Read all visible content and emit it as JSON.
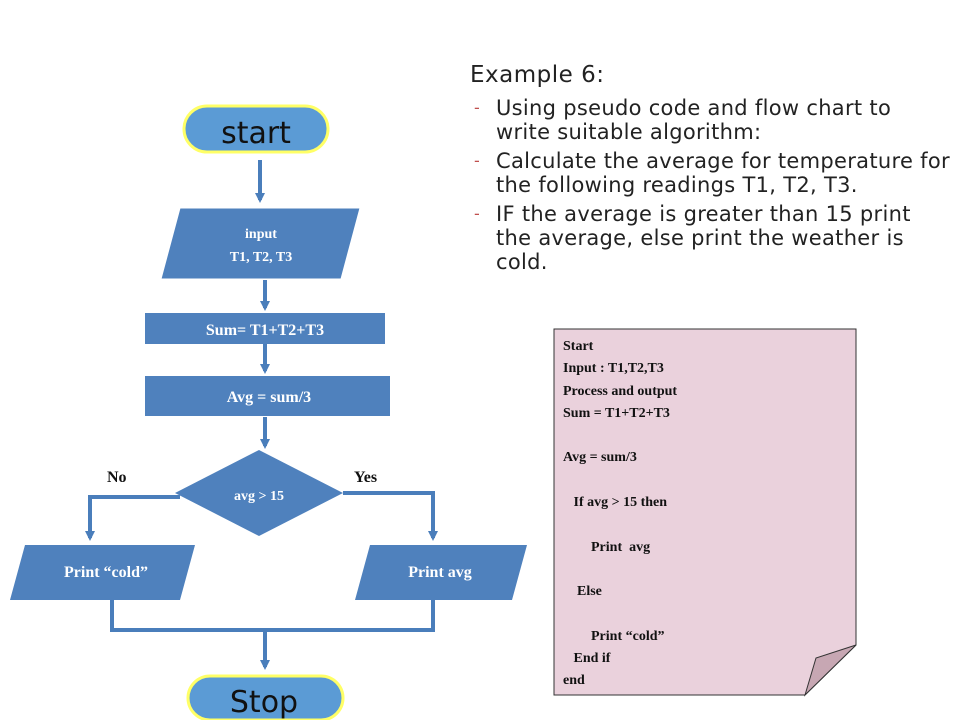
{
  "flowchart": {
    "start": "start",
    "input_line1": "input",
    "input_line2": "T1, T2, T3",
    "sum": "Sum= T1+T2+T3",
    "avg": "Avg = sum/3",
    "decision": "avg > 15",
    "no": "No",
    "yes": "Yes",
    "print_cold": "Print “cold”",
    "print_avg": "Print avg",
    "stop": "Stop"
  },
  "example": {
    "title": "Example  6:",
    "bullets": [
      "Using pseudo code and flow chart to write suitable algorithm:",
      "Calculate the average for temperature for the following readings T1, T2, T3.",
      "IF the average is greater than 15 print the average, else print the weather is cold."
    ]
  },
  "pseudocode": [
    "Start",
    "Input : T1,T2,T3",
    "Process and output",
    "Sum = T1+T2+T3",
    "",
    "Avg = sum/3",
    "",
    "   If avg > 15 then",
    "",
    "        Print  avg",
    "",
    "    Else",
    "",
    "        Print “cold”",
    "   End if",
    "end"
  ],
  "colors": {
    "shape_fill": "#4f81bd",
    "pill_fill": "#5b9bd5",
    "pill_border": "#ffff66",
    "connector": "#4a7ebb",
    "note_fill": "#ead1dc",
    "bullet_dash": "#c0504d"
  }
}
